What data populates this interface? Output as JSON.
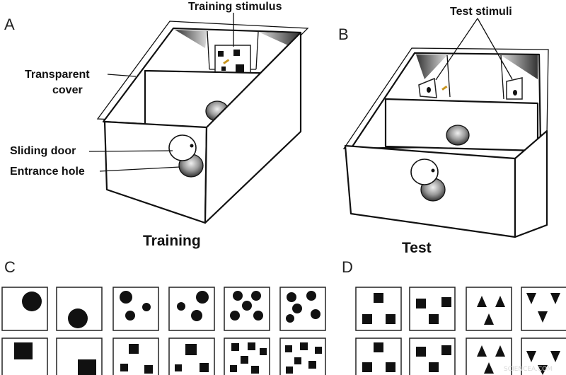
{
  "panels": {
    "a": {
      "letter": "A",
      "caption": "Training",
      "labels": {
        "training_stimulus": "Training stimulus",
        "transparent_cover_1": "Transparent",
        "transparent_cover_2": "cover",
        "sliding_door": "Sliding door",
        "entrance_hole": "Entrance hole"
      }
    },
    "b": {
      "letter": "B",
      "caption": "Test",
      "labels": {
        "test_stimuli": "Test stimuli"
      }
    },
    "c": {
      "letter": "C"
    },
    "d": {
      "letter": "D"
    }
  },
  "watermark": "SCIENCEA.COM"
}
